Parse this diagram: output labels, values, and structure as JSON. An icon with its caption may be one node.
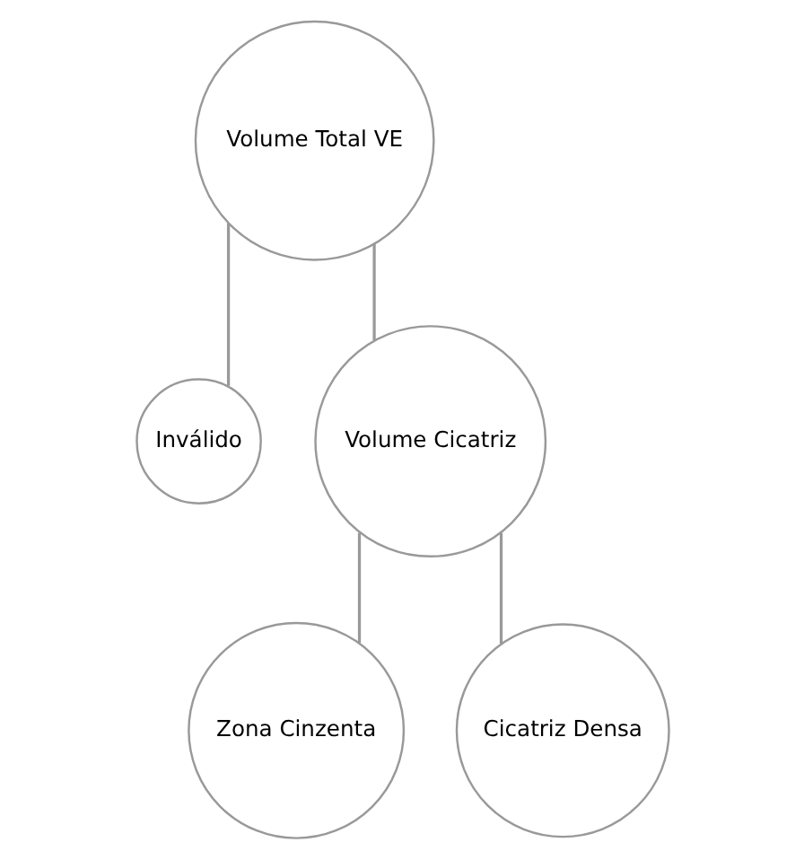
{
  "diagram": {
    "nodes": [
      {
        "text": [
          "Volume Total VE"
        ]
      },
      {
        "text": [
          "Inválido"
        ]
      },
      {
        "text": [
          "Volume Cicatriz"
        ]
      },
      {
        "text": [
          "Zona Cinzenta"
        ]
      },
      {
        "text": [
          "Cicatriz Densa"
        ]
      }
    ],
    "edges": [
      {
        "from": 0,
        "to": 1,
        "arrow": "none"
      },
      {
        "from": 0,
        "to": 2,
        "arrow": "none"
      },
      {
        "from": 2,
        "to": 3,
        "arrow": "none"
      },
      {
        "from": 2,
        "to": 4,
        "arrow": "none"
      }
    ]
  }
}
